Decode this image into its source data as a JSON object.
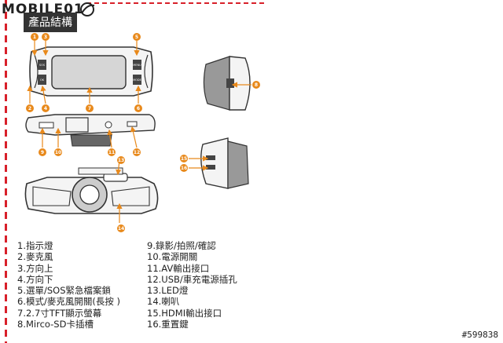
{
  "header": {
    "logo_text": "MOBILE01",
    "section_title": "產品結構"
  },
  "watermark": "#599838",
  "colors": {
    "accent_red": "#d8202a",
    "callout_orange": "#e8891b",
    "header_bg": "#333333"
  },
  "diagram": {
    "badges": [
      "1",
      "3",
      "5",
      "2",
      "4",
      "6",
      "7",
      "9",
      "10",
      "11",
      "12",
      "13",
      "8",
      "15",
      "16",
      "14"
    ],
    "button_marks": [
      "SOS",
      "OK",
      "MENU",
      "MODE"
    ]
  },
  "legend_left": [
    "1.指示燈",
    "2.麥克風",
    "3.方向上",
    "4.方向下",
    "5.選單/SOS緊急檔案鎖",
    "6.模式/麥克風開關(長按 )",
    "7.2.7寸TFT顯示螢幕",
    "8.Mirco-SD卡插槽"
  ],
  "legend_right": [
    "9.錄影/拍照/確認",
    "10.電源開關",
    "11.AV輸出接口",
    "12.USB/車充電源插孔",
    "13.LED燈",
    "14.喇叭",
    "15.HDMI輸出接口",
    "16.重置鍵"
  ]
}
